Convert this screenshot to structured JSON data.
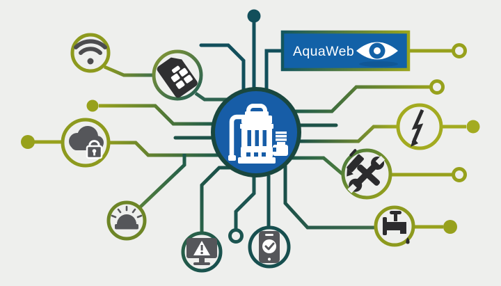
{
  "app": {
    "title": "AquaWeb pump connectivity diagram"
  },
  "badge": {
    "label": "AquaWeb",
    "icon": "eye-icon"
  },
  "hub": {
    "icon": "submersible-pump-icon"
  },
  "nodes": [
    {
      "id": "wifi",
      "icon": "wifi-icon"
    },
    {
      "id": "sim-card",
      "icon": "sim-card-icon"
    },
    {
      "id": "secure-cloud",
      "icon": "cloud-lock-icon"
    },
    {
      "id": "alarm-beacon",
      "icon": "alarm-beacon-icon"
    },
    {
      "id": "monitor-warning",
      "icon": "monitor-warning-icon"
    },
    {
      "id": "smartphone",
      "icon": "smartphone-check-icon"
    },
    {
      "id": "service-tools",
      "icon": "hammer-wrench-icon"
    },
    {
      "id": "water-tap",
      "icon": "faucet-icon"
    },
    {
      "id": "high-voltage",
      "icon": "high-voltage-icon"
    }
  ],
  "colors": {
    "background": "#eeefed",
    "olive": "#97a11c",
    "olive_bright": "#a3ab20",
    "green": "#3f6b4a",
    "teal": "#1d5a4b",
    "blue_teal": "#124f5b",
    "hub_blue": "#175da7",
    "badge_blue": "#1261a7",
    "icon_gray": "#55565a",
    "icon_dark": "#2b2b2d",
    "white": "#ffffff"
  }
}
